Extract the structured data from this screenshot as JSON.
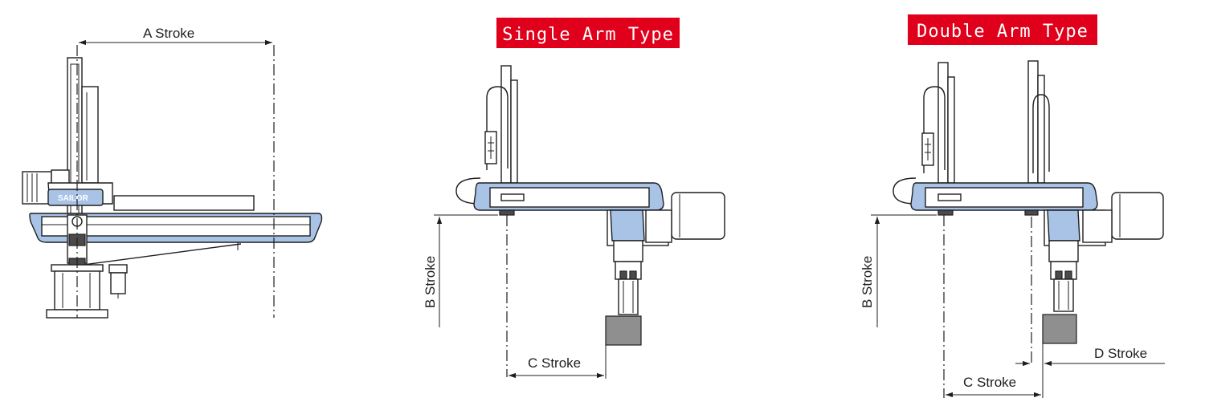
{
  "labels": {
    "a_stroke": "A Stroke",
    "b_stroke_single": "B Stroke",
    "c_stroke_single": "C Stroke",
    "b_stroke_double": "B Stroke",
    "c_stroke_double": "C Stroke",
    "d_stroke": "D Stroke"
  },
  "titles": {
    "single": "Single Arm Type",
    "double": "Double Arm Type"
  },
  "logo": "SAILOR",
  "colors": {
    "badge": "#e0001b",
    "arm_blue": "#a9c3e6",
    "line": "#1e1e1e"
  }
}
